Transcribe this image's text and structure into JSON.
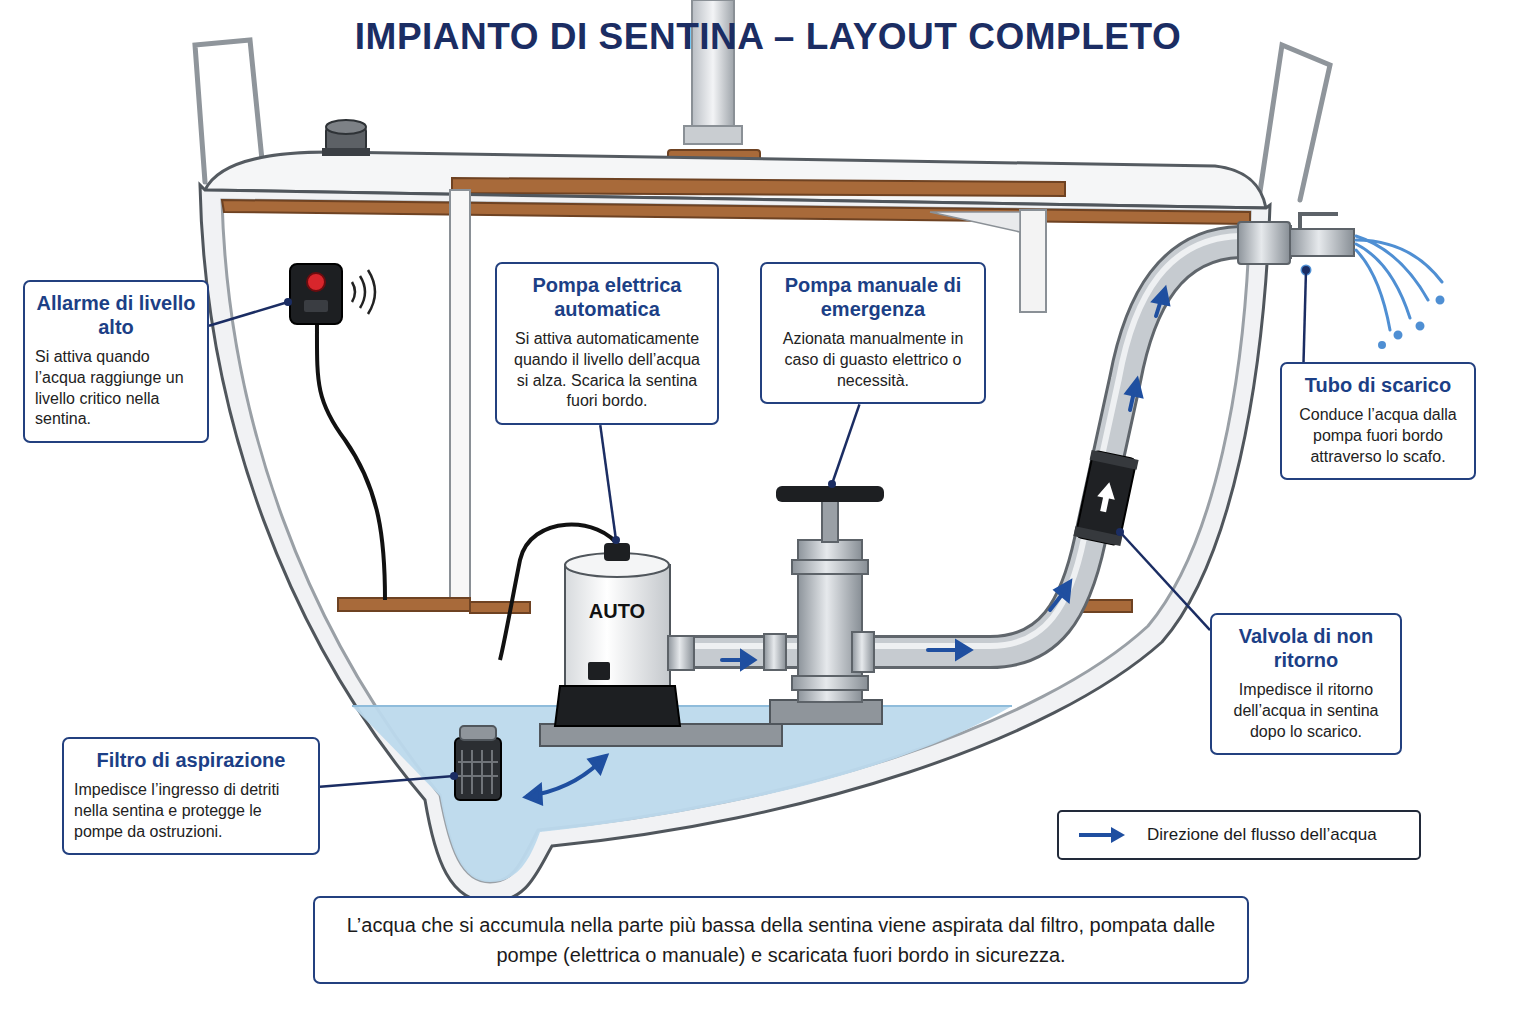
{
  "diagram": {
    "title": "IMPIANTO DI SENTINA – LAYOUT COMPLETO",
    "caption": "L’acqua che si accumula nella parte più bassa della sentina viene aspirata dal filtro, pompata dalle pompe (elettrica o manuale) e scaricata fuori bordo in sicurezza.",
    "nodes": [
      {
        "text": [
          "Allarme di livello alto",
          "Si attiva quando l’acqua raggiunge un livello critico nella sentina."
        ]
      },
      {
        "text": [
          "Pompa elettrica automatica",
          "Si attiva automaticamente quando il livello dell’acqua si alza. Scarica la sentina fuori bordo."
        ]
      },
      {
        "text": [
          "Pompa manuale di emergenza",
          "Azionata manualmente in caso di guasto elettrico o necessità."
        ]
      },
      {
        "text": [
          "Tubo di scarico",
          "Conduce l’acqua dalla pompa fuori bordo attraverso lo scafo."
        ]
      },
      {
        "text": [
          "Valvola di non ritorno",
          "Impedisce il ritorno dell’acqua in sentina dopo lo scarico."
        ]
      },
      {
        "text": [
          "Filtro di aspirazione",
          "Impedisce l’ingresso di detriti nella sentina e protegge le pompe da ostruzioni."
        ]
      }
    ],
    "labels": [
      "AUTO"
    ],
    "legend": [
      {
        "text": "Direzione del flusso dell’acqua"
      }
    ]
  }
}
